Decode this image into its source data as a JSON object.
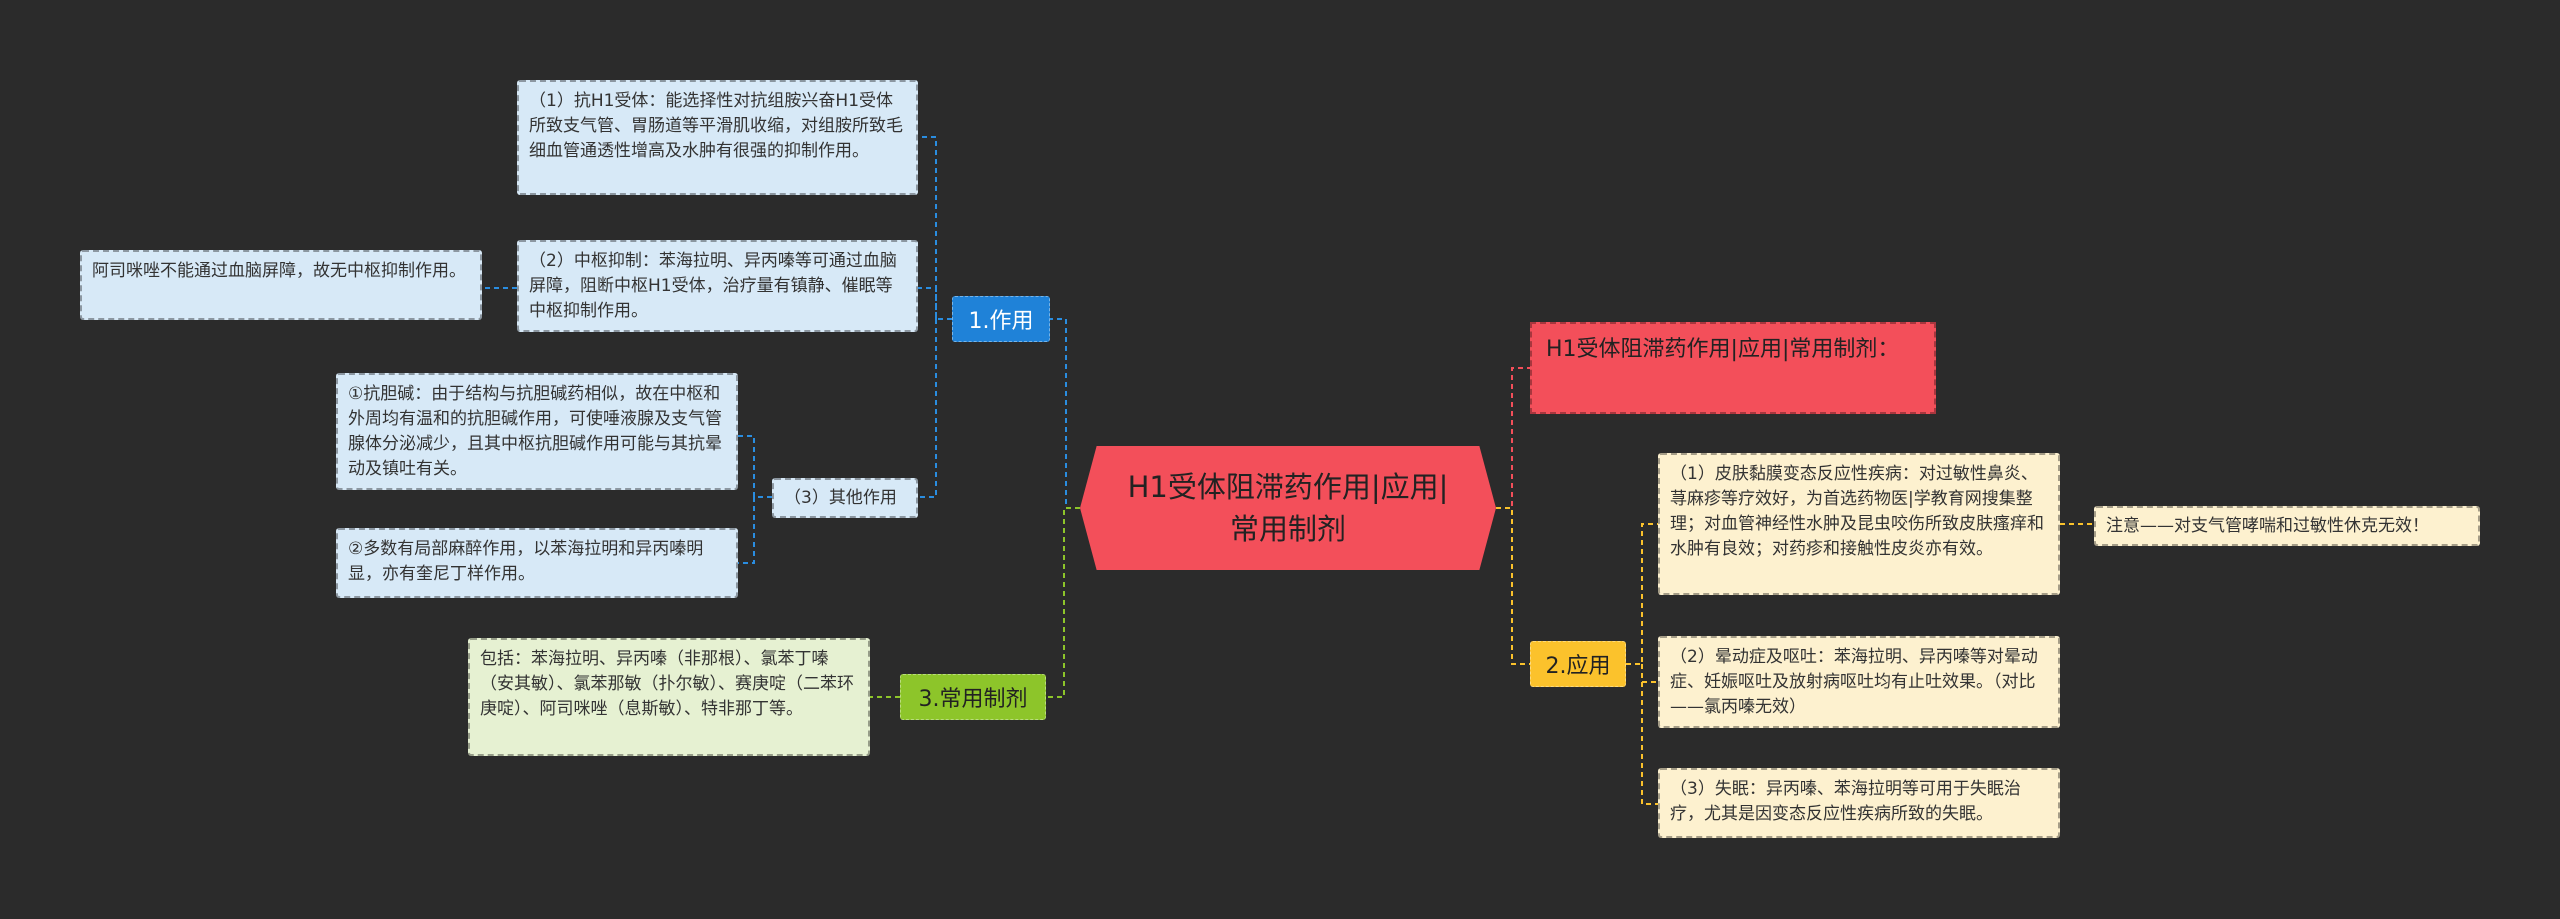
{
  "center": {
    "title": "H1受体阻滞药作用|应用|常用制剂"
  },
  "right_note": "H1受体阻滞药作用|应用|常用制剂：",
  "categories": {
    "effects": "1.作用",
    "application": "2.应用",
    "preparations": "3.常用制剂"
  },
  "effects": {
    "h1": "（1）抗H1受体：能选择性对抗组胺兴奋H1受体所致支气管、胃肠道等平滑肌收缩，对组胺所致毛细血管通透性增高及水肿有很强的抑制作用。",
    "cns": "（2）中枢抑制：苯海拉明、异丙嗪等可通过血脑屏障，阻断中枢H1受体，治疗量有镇静、催眠等中枢抑制作用。",
    "cns_note": "阿司咪唑不能通过血脑屏障，故无中枢抑制作用。",
    "other": "（3）其他作用",
    "other_1": "①抗胆碱：由于结构与抗胆碱药相似，故在中枢和外周均有温和的抗胆碱作用，可使唾液腺及支气管腺体分泌减少，且其中枢抗胆碱作用可能与其抗晕动及镇吐有关。",
    "other_2": "②多数有局部麻醉作用，以苯海拉明和异丙嗪明显，亦有奎尼丁样作用。"
  },
  "preparations": {
    "list": "包括：苯海拉明、异丙嗪（非那根）、氯苯丁嗪（安其敏）、氯苯那敏（扑尔敏）、赛庚啶（二苯环庚啶）、阿司咪唑（息斯敏）、特非那丁等。"
  },
  "application": {
    "allergy": "（1）皮肤黏膜变态反应性疾病：对过敏性鼻炎、荨麻疹等疗效好，为首选药物医|学教育网搜集整理；对血管神经性水肿及昆虫咬伤所致皮肤瘙痒和水肿有良效；对药疹和接触性皮炎亦有效。",
    "allergy_note": "注意——对支气管哮喘和过敏性休克无效！",
    "motion": "（2）晕动症及呕吐：苯海拉明、异丙嗪等对晕动症、妊娠呕吐及放射病呕吐均有止吐效果。（对比——氯丙嗪无效）",
    "insomnia": "（3）失眠：异丙嗪、苯海拉明等可用于失眠治疗，尤其是因变态反应性疾病所致的失眠。"
  },
  "colors": {
    "blue": "#1f82d8",
    "green": "#8dc52a",
    "yellow": "#fbc22c",
    "red": "#f34f5a"
  }
}
